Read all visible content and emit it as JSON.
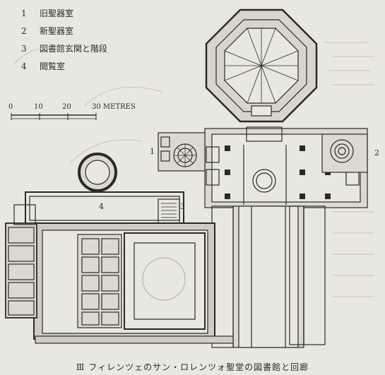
{
  "legend": {
    "items": [
      {
        "num": "1",
        "label": "旧聖器室"
      },
      {
        "num": "2",
        "label": "新聖器室"
      },
      {
        "num": "3",
        "label": "図書館玄関と階段"
      },
      {
        "num": "4",
        "label": "閲覧室"
      }
    ]
  },
  "scale": {
    "ticks": [
      "0",
      "10",
      "20"
    ],
    "final": "30 METRES"
  },
  "plan_labels": {
    "mark_1": "1",
    "mark_2": "2",
    "mark_3": "3",
    "mark_4": "4"
  },
  "caption": "Ⅲ フィレンツェのサン・ロレンツォ聖堂の図書館と回廊",
  "colors": {
    "paper": "#e9e8df",
    "ink": "#2a2a28",
    "wall_fill": "#bdbab0"
  }
}
